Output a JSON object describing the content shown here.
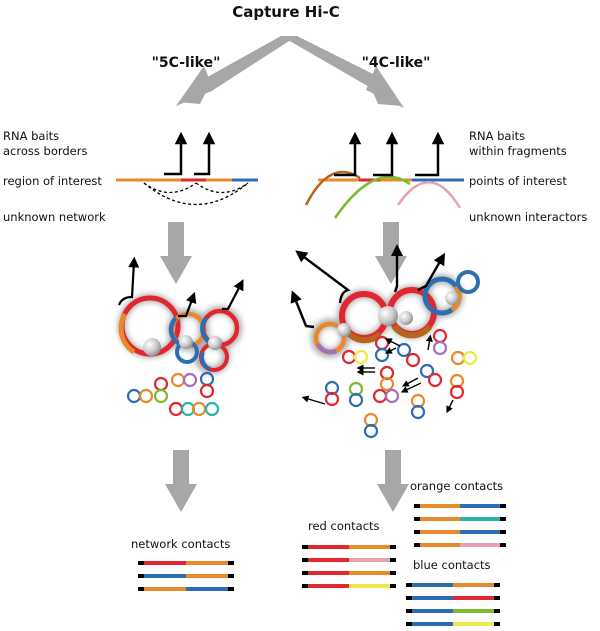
{
  "title": "Capture Hi-C",
  "left": {
    "method": "\"5C-like\"",
    "baits_line1": "RNA baits",
    "baits_line2": "across borders",
    "region_label": "region of interest",
    "network_label": "unknown network",
    "contacts_label": "network contacts"
  },
  "right": {
    "method": "\"4C-like\"",
    "baits_line1": "RNA baits",
    "baits_line2": "within fragments",
    "points_label": "points of interest",
    "interactors_label": "unknown interactors",
    "orange_label": "orange contacts",
    "red_label": "red contacts",
    "blue_label": "blue contacts"
  },
  "colors": {
    "orange": "#e8892b",
    "red": "#e0262e",
    "blue": "#2d6db3",
    "brown": "#b5651d",
    "green": "#7dba2d",
    "pink": "#e7a1b5",
    "teal": "#2ab3a6",
    "purple": "#a36fb8",
    "yellow": "#eee84a",
    "arrow_gray": "#a7a7a7"
  }
}
